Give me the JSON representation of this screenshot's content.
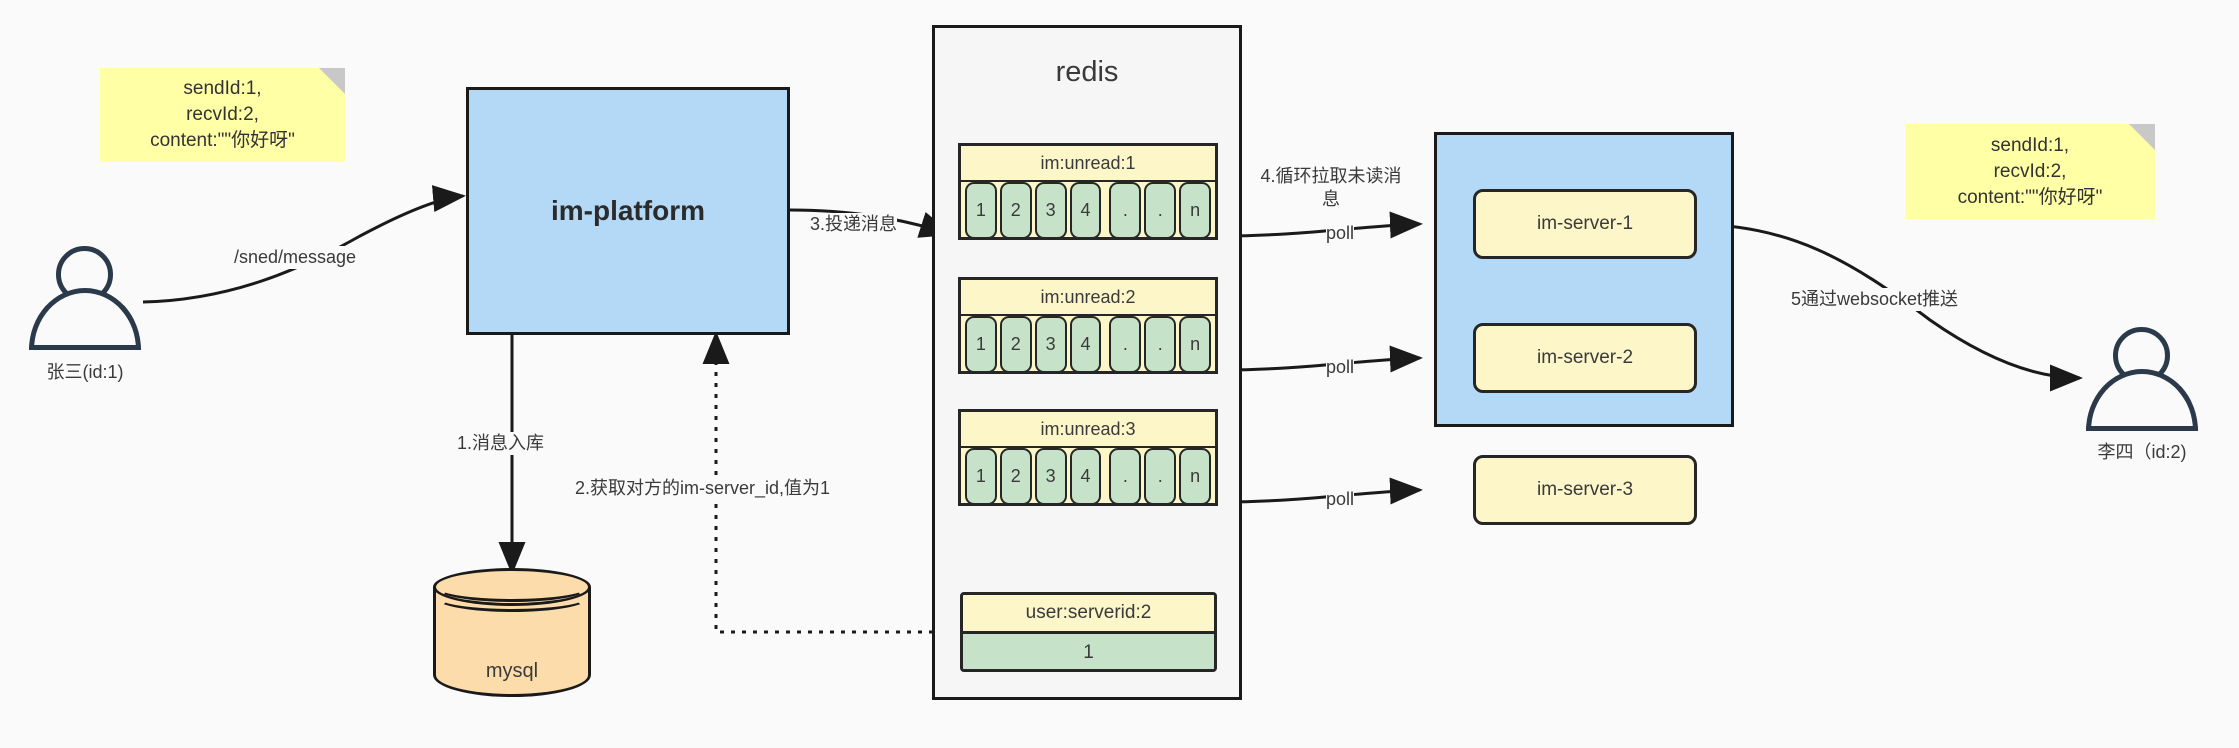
{
  "diagram": {
    "title": "IM message delivery architecture",
    "colors": {
      "note_fill": "#ffffa6",
      "box_blue": "#b3d9f7",
      "redis_panel": "#f6f6f6",
      "key_yellow": "#fdf6c8",
      "cell_green": "#c6e3ca",
      "db_orange": "#fcdcab",
      "stroke": "#1a1a1a"
    }
  },
  "notes": {
    "left": "sendId:1,\nrecvId:2,\ncontent:\"\"你好呀\"",
    "right": "sendId:1,\nrecvId:2,\ncontent:\"\"你好呀\""
  },
  "actors": {
    "sender": {
      "label": "张三(id:1)"
    },
    "receiver": {
      "label": "李四（id:2)"
    }
  },
  "nodes": {
    "platform": {
      "label": "im-platform"
    },
    "redis": {
      "label": "redis"
    },
    "mysql": {
      "label": "mysql"
    }
  },
  "redis_lists": [
    {
      "key": "im:unread:1",
      "cells": [
        "1",
        "2",
        "3",
        "4",
        ".",
        ".",
        "n"
      ]
    },
    {
      "key": "im:unread:2",
      "cells": [
        "1",
        "2",
        "3",
        "4",
        ".",
        ".",
        "n"
      ]
    },
    {
      "key": "im:unread:3",
      "cells": [
        "1",
        "2",
        "3",
        "4",
        ".",
        ".",
        "n"
      ]
    }
  ],
  "redis_kv": {
    "key": "user:serverid:2",
    "value": "1"
  },
  "servers": [
    {
      "label": "im-server-1"
    },
    {
      "label": "im-server-2"
    },
    {
      "label": "im-server-3"
    }
  ],
  "edge_labels": {
    "send_message": "/sned/message",
    "step1": "1.消息入库",
    "step2": "2.获取对方的im-server_id,值为1",
    "step3": "3.投递消息",
    "step4": "4.循环拉取未读消息",
    "poll1": "poll",
    "poll2": "poll",
    "poll3": "poll",
    "step5": "5通过websocket推送"
  }
}
